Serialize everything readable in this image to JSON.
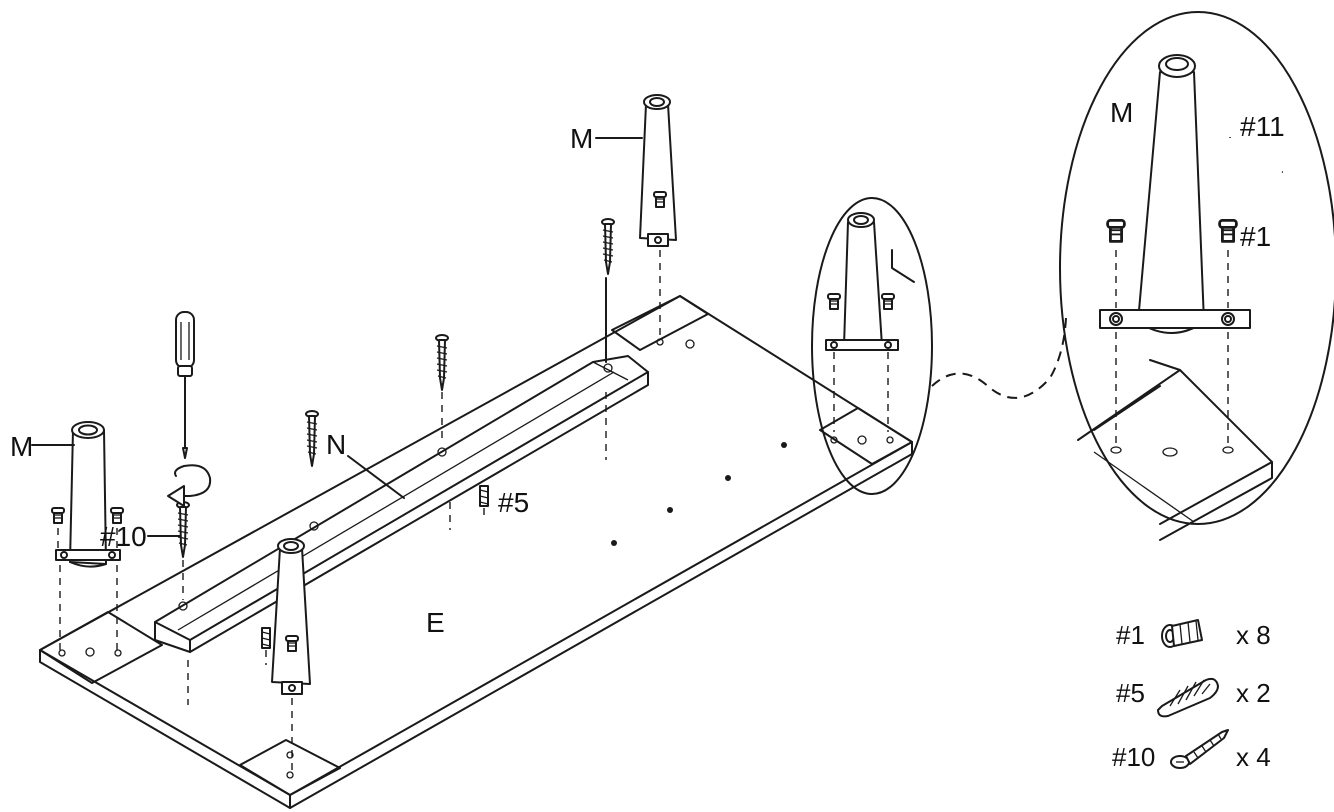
{
  "parts": {
    "leg": "M",
    "rail": "N",
    "tabletop": "E"
  },
  "callouts": {
    "bolt": "#1",
    "dowel": "#5",
    "screw": "#10",
    "allen_key": "#11"
  },
  "hardware_list": [
    {
      "id": "#1",
      "qty": "x 8",
      "icon": "bolt-icon"
    },
    {
      "id": "#5",
      "qty": "x 2",
      "icon": "dowel-icon"
    },
    {
      "id": "#10",
      "qty": "x 4",
      "icon": "screw-icon"
    }
  ],
  "colors": {
    "ink": "#1a1a1a",
    "background": "#ffffff"
  }
}
